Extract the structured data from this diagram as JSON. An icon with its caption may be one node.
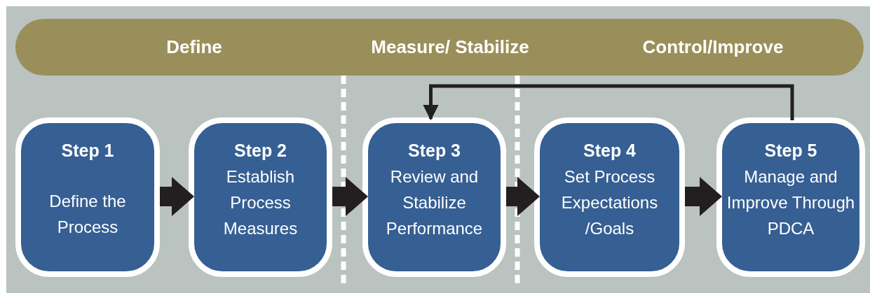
{
  "diagram": {
    "nodes": [
      {
        "text": [
          "Define",
          "Measure/ Stabilize",
          "Control/Improve"
        ]
      },
      {
        "text": [
          "Step 1",
          "Define the Process"
        ]
      },
      {
        "text": [
          "Step 2",
          "Establish Process Measures"
        ]
      },
      {
        "text": [
          "Step 3",
          "Review and Stabilize Performance"
        ]
      },
      {
        "text": [
          "Step 4",
          "Set Process Expectations /Goals"
        ]
      },
      {
        "text": [
          "Step 5",
          "Manage and Improve Through PDCA"
        ]
      }
    ],
    "edges": [
      {
        "from": 1,
        "to": 2,
        "arrow": "to",
        "style": "thick"
      },
      {
        "from": 2,
        "to": 3,
        "arrow": "to",
        "style": "thick"
      },
      {
        "from": 3,
        "to": 4,
        "arrow": "to",
        "style": "thick"
      },
      {
        "from": 4,
        "to": 5,
        "arrow": "to",
        "style": "thick"
      },
      {
        "from": 5,
        "to": 3,
        "arrow": "to"
      }
    ]
  }
}
